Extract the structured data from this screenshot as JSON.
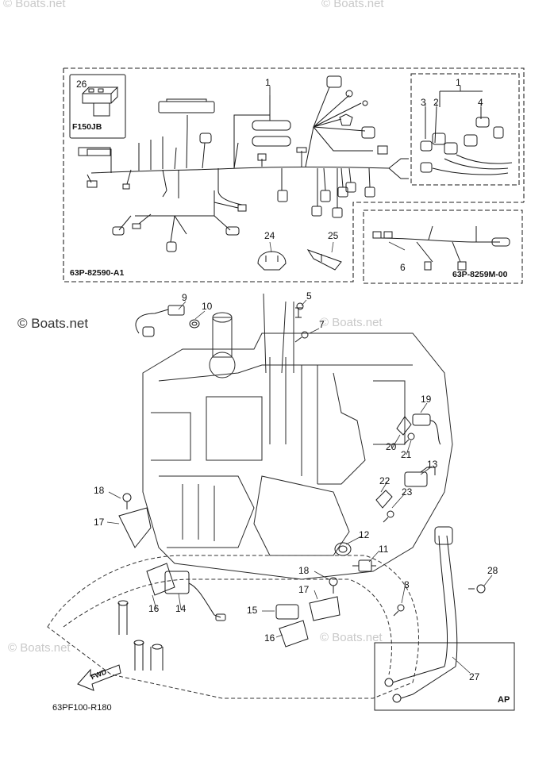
{
  "watermarks": {
    "top_left": "© Boats.net",
    "top_mid": "© Boats.net",
    "left": "© Boats.net",
    "mid": "© Boats.net",
    "lower_left": "© Boats.net",
    "lower_mid": "© Boats.net"
  },
  "codes": {
    "harness_main": "63P-82590-A1",
    "harness_sub": "63P-8259M-00",
    "connector_box": "F150JB",
    "diagram_id": "63PF100-R180",
    "ap_box": "AP",
    "fwd": "FWD"
  },
  "callouts": [
    "1",
    "1",
    "2",
    "3",
    "4",
    "6",
    "24",
    "25",
    "26",
    "5",
    "7",
    "9",
    "10",
    "19",
    "20",
    "21",
    "13",
    "22",
    "23",
    "18",
    "17",
    "12",
    "11",
    "18",
    "17",
    "8",
    "28",
    "15",
    "16",
    "16",
    "14",
    "27"
  ],
  "colors": {
    "line": "#1a1a1a",
    "dashed": "#333333",
    "engine": "#2a2a2a",
    "watermark": "#c9c9c9"
  }
}
